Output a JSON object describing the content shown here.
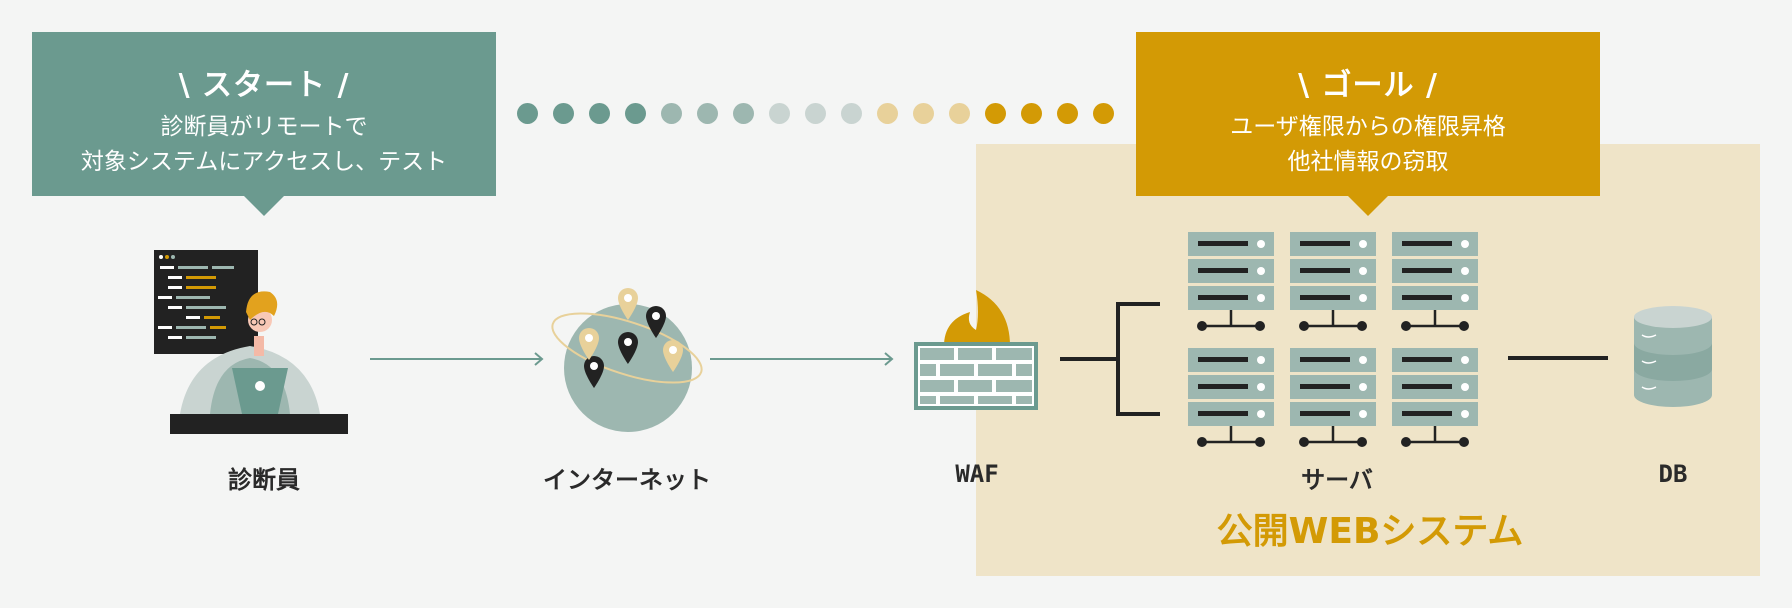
{
  "start_callout": {
    "title": "\\ スタート /",
    "line1": "診断員がリモートで",
    "line2": "対象システムにアクセスし、テスト"
  },
  "goal_callout": {
    "title": "\\ ゴール /",
    "line1": "ユーザ権限からの権限昇格",
    "line2": "他社情報の窃取"
  },
  "progress_dots": [
    "#6b9a8f",
    "#6b9a8f",
    "#6b9a8f",
    "#6b9a8f",
    "#9db7b0",
    "#9db7b0",
    "#9db7b0",
    "#c9d4d1",
    "#c9d4d1",
    "#c9d4d1",
    "#e8d19a",
    "#e8d19a",
    "#e8d19a",
    "#d39a05",
    "#d39a05",
    "#d39a05",
    "#d39a05"
  ],
  "nodes": {
    "tester": "診断員",
    "internet": "インターネット",
    "waf": "WAF",
    "server": "サーバ",
    "db": "DB"
  },
  "system_title": "公開WEBシステム",
  "colors": {
    "green": "#6b9a8f",
    "gold": "#d39a05",
    "panel": "#efe4c8",
    "dark": "#222222"
  }
}
